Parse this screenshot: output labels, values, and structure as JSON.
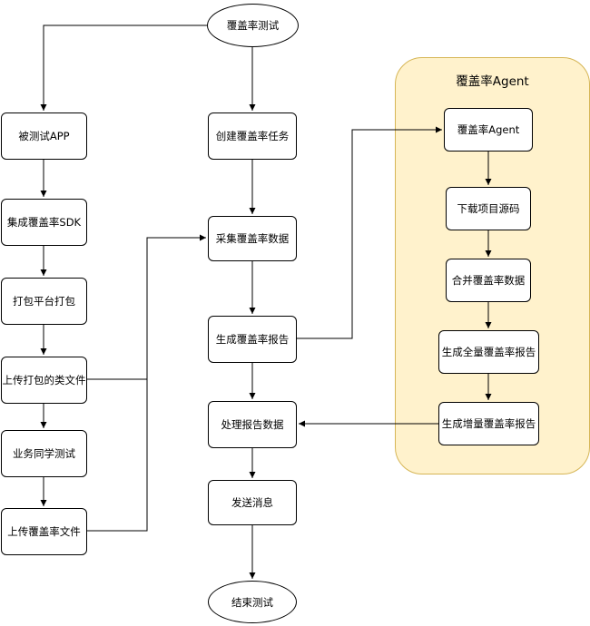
{
  "group": {
    "title": "覆盖率Agent",
    "fill": "#fff2cc",
    "stroke": "#d6b656"
  },
  "nodes": {
    "start": "覆盖率测试",
    "app": "被测试APP",
    "sdk": "集成覆盖率SDK",
    "pack": "打包平台打包",
    "upload_class": "上传打包的类文件",
    "biz_test": "业务同学测试",
    "upload_cov": "上传覆盖率文件",
    "create_task": "创建覆盖率任务",
    "collect": "采集覆盖率数据",
    "gen_report": "生成覆盖率报告",
    "process": "处理报告数据",
    "notify": "发送消息",
    "end": "结束测试",
    "agent": "覆盖率Agent",
    "download": "下载项目源码",
    "merge": "合并覆盖率数据",
    "full_report": "生成全量覆盖率报告",
    "incr_report": "生成增量覆盖率报告"
  }
}
